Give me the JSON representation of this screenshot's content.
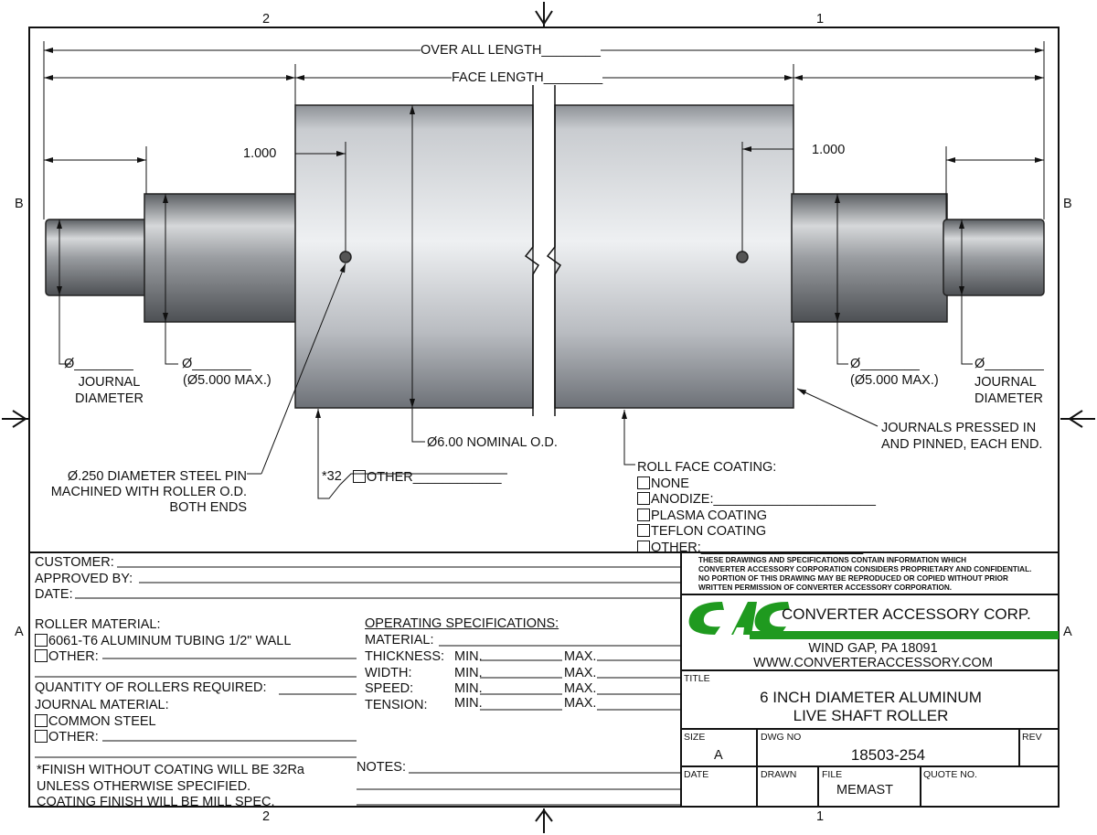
{
  "zones": {
    "left": "2",
    "right": "1",
    "row_top": "B",
    "row_bottom": "A"
  },
  "dimensions": {
    "overall_length": "OVER ALL LENGTH________",
    "face_length": "FACE LENGTH________",
    "pin_offset_left": "1.000",
    "pin_offset_right": "1.000",
    "journal_dia_left": "Ø________",
    "journal_label_left": [
      "JOURNAL",
      "DIAMETER"
    ],
    "shoulder_dia_left": "Ø________",
    "shoulder_max_left": "(Ø5.000 MAX.)",
    "shoulder_dia_right": "Ø________",
    "shoulder_max_right": "(Ø5.000 MAX.)",
    "journal_dia_right": "Ø________",
    "journal_label_right": [
      "JOURNAL",
      "DIAMETER"
    ],
    "nominal_od": "Ø6.00 NOMINAL O.D.",
    "journals_note": [
      "JOURNALS PRESSED IN",
      "AND PINNED, EACH END."
    ],
    "pin_note": [
      "Ø.250 DIAMETER STEEL PIN",
      "MACHINED WITH ROLLER O.D.",
      "BOTH ENDS"
    ],
    "finish_symbol": "*32",
    "finish_other": "OTHER____________"
  },
  "roll_face_coating": {
    "title": "ROLL FACE COATING:",
    "options": [
      "NONE",
      "ANODIZE:______________________",
      "PLASMA COATING",
      "TEFLON COATING",
      "OTHER:______________________"
    ]
  },
  "customer_fields": [
    "CUSTOMER:",
    "APPROVED BY:",
    "DATE:"
  ],
  "roller_material": {
    "title": "ROLLER MATERIAL:",
    "options": [
      "6061-T6 ALUMINUM TUBING 1/2\" WALL",
      "OTHER:"
    ]
  },
  "quantity_label": "QUANTITY OF ROLLERS REQUIRED:",
  "journal_material": {
    "title": "JOURNAL MATERIAL:",
    "options": [
      "COMMON STEEL",
      "OTHER:"
    ]
  },
  "finish_note": [
    "*FINISH WITHOUT COATING WILL BE 32Ra",
    "UNLESS OTHERWISE SPECIFIED.",
    "COATING FINISH WILL BE MILL SPEC."
  ],
  "operating_specs": {
    "title": "OPERATING SPECIFICATIONS:",
    "material": "MATERIAL:",
    "rows": [
      {
        "label": "THICKNESS:",
        "min": "MIN.",
        "max": "MAX."
      },
      {
        "label": "WIDTH:",
        "min": "MIN.",
        "max": "MAX."
      },
      {
        "label": "SPEED:",
        "min": "MIN.",
        "max": "MAX."
      },
      {
        "label": "TENSION:",
        "min": "MIN.",
        "max": "MAX."
      }
    ]
  },
  "notes_label": "NOTES:",
  "title_block": {
    "notice": [
      "THESE DRAWINGS AND SPECIFICATIONS CONTAIN INFORMATION WHICH",
      "CONVERTER ACCESSORY CORPORATION CONSIDERS PROPRIETARY AND CONFIDENTIAL.",
      "NO PORTION OF THIS DRAWING MAY BE REPRODUCED OR COPIED WITHOUT PRIOR",
      "WRITTEN PERMISSION OF CONVERTER ACCESSORY CORPORATION."
    ],
    "logo_text": "CAC",
    "company": "CONVERTER ACCESSORY CORP.",
    "address": "WIND GAP, PA 18091",
    "website": "WWW.CONVERTERACCESSORY.COM",
    "title_label": "TITLE",
    "title_lines": [
      "6 INCH DIAMETER ALUMINUM",
      "LIVE SHAFT ROLLER"
    ],
    "size_label": "SIZE",
    "size": "A",
    "dwg_no_label": "DWG NO",
    "dwg_no": "18503-254",
    "rev_label": "REV",
    "date_label": "DATE",
    "drawn_label": "DRAWN",
    "file_label": "FILE",
    "file": "MEMAST",
    "quote_label": "QUOTE NO."
  },
  "colors": {
    "logo_green": "#1f9a1f",
    "roller_mid": "#b8bcc2",
    "roller_dark": "#6e7278"
  }
}
